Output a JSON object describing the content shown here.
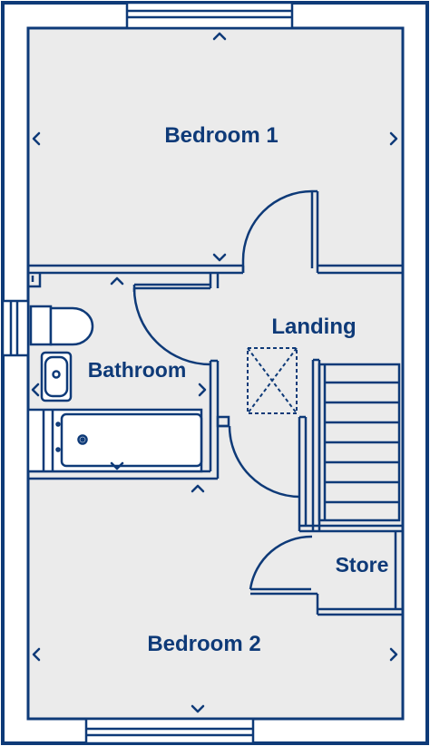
{
  "colors": {
    "wall": "#0e3a78",
    "floor": "#ebebeb",
    "background": "#ffffff",
    "outside": "#ffffff"
  },
  "rooms": {
    "bedroom1": "Bedroom 1",
    "landing": "Landing",
    "bathroom": "Bathroom",
    "store": "Store",
    "bedroom2": "Bedroom 2"
  },
  "icons": [
    "chevron-up-icon",
    "chevron-down-icon",
    "chevron-left-icon",
    "chevron-right-icon",
    "loft-hatch-icon",
    "toilet-icon",
    "basin-icon",
    "bath-icon",
    "stairs-icon",
    "window-icon",
    "door-swing-icon"
  ]
}
